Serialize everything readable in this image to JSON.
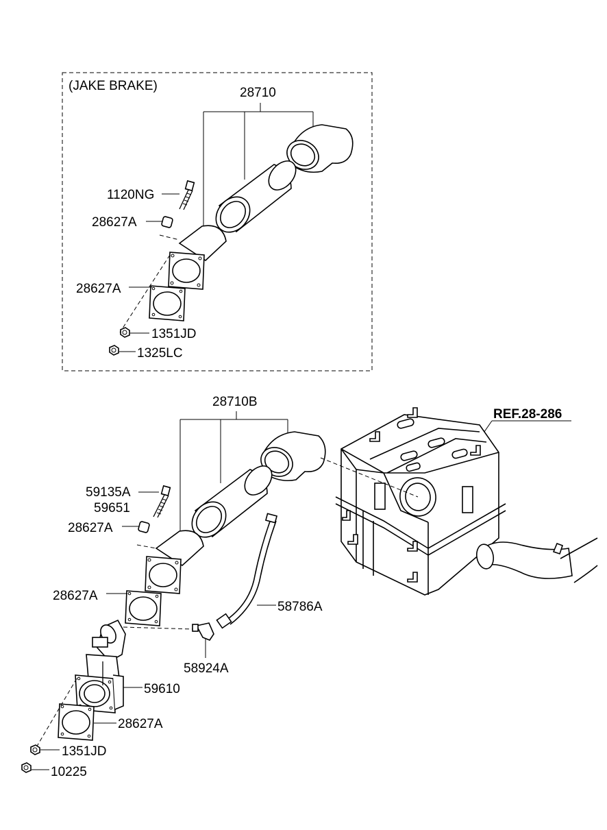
{
  "group_label": "(JAKE BRAKE)",
  "upper_assembly": {
    "part_number": "28710",
    "labels": {
      "bolt": "1120NG",
      "spacer": "28627A",
      "gasket": "28627A",
      "nut_a": "1351JD",
      "nut_b": "1325LC"
    }
  },
  "lower_assembly": {
    "part_number": "28710B",
    "labels": {
      "bolt_1": "59135A",
      "bolt_2": "59651",
      "spacer": "28627A",
      "gasket_1": "28627A",
      "hose": "58786A",
      "connector": "58924A",
      "valve": "59610",
      "gasket_2": "28627A",
      "nut_a": "1351JD",
      "nut_b": "10225"
    }
  },
  "reference": "REF.28-286"
}
